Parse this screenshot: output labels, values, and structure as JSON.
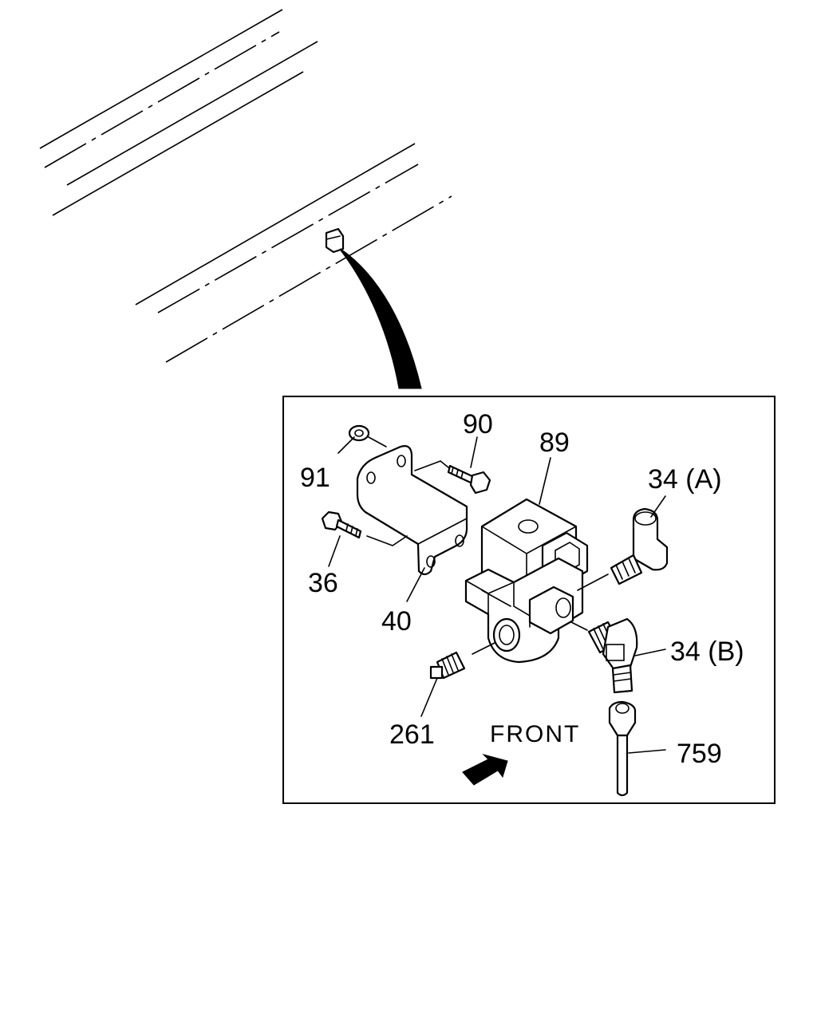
{
  "callouts": {
    "p90": "90",
    "p89": "89",
    "p91": "91",
    "p34a": "34 (A)",
    "p36": "36",
    "p40": "40",
    "p34b": "34 (B)",
    "p261": "261",
    "p759": "759"
  },
  "front_label": "FRONT",
  "colors": {
    "line": "#000000",
    "background": "#ffffff"
  }
}
